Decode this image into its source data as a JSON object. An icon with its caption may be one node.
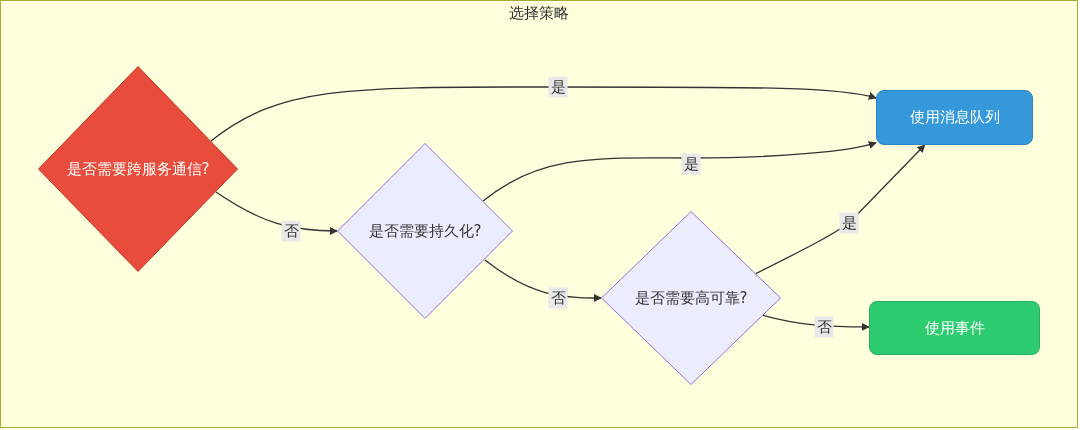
{
  "diagram": {
    "nodes": [
      {
        "text": [
          "选择策略"
        ]
      },
      {
        "text": [
          "是否需要跨服务通信?"
        ],
        "in": 0
      },
      {
        "text": [
          "是否需要持久化?"
        ],
        "in": 0
      },
      {
        "text": [
          "是否需要高可靠?"
        ],
        "in": 0
      },
      {
        "text": [
          "使用消息队列"
        ],
        "in": 0
      },
      {
        "text": [
          "使用事件"
        ],
        "in": 0
      }
    ],
    "edges": [
      {
        "from": 1,
        "to": 4,
        "arrow": "to",
        "label": "是"
      },
      {
        "from": 1,
        "to": 2,
        "arrow": "to",
        "label": "否"
      },
      {
        "from": 2,
        "to": 4,
        "arrow": "to",
        "label": "是"
      },
      {
        "from": 2,
        "to": 3,
        "arrow": "to",
        "label": "否"
      },
      {
        "from": 3,
        "to": 4,
        "arrow": "to",
        "label": "是"
      },
      {
        "from": 3,
        "to": 5,
        "arrow": "to",
        "label": "否"
      }
    ]
  }
}
